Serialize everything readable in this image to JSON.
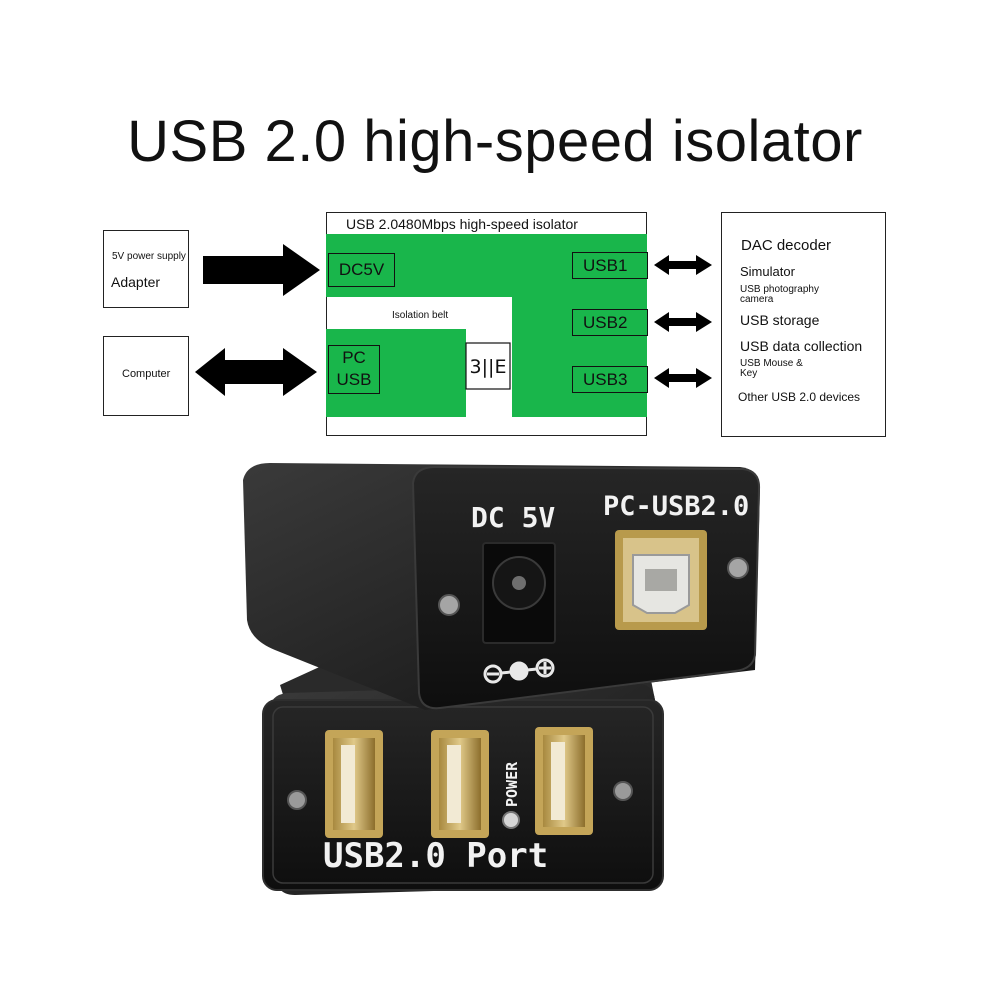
{
  "title": "USB 2.0 high-speed isolator",
  "diagram": {
    "board_title": "USB 2.0480Mbps high-speed isolator",
    "isolation_label": "Isolation belt",
    "power_input": {
      "line1": "5V power supply",
      "line2": "Adapter"
    },
    "computer": "Computer",
    "ports": {
      "dc": "DC5V",
      "pc_line1": "PC",
      "pc_line2": "USB",
      "usb1": "USB1",
      "usb2": "USB2",
      "usb3": "USB3"
    },
    "devices": [
      "DAC decoder",
      "Simulator",
      "USB photography camera",
      "USB storage",
      "USB data collection",
      "USB Mouse & Key",
      "Other USB 2.0 devices"
    ]
  },
  "device_labels": {
    "dc": "DC 5V",
    "pc_usb": "PC-USB2.0",
    "power": "POWER",
    "front": "USB2.0 Port"
  },
  "colors": {
    "board_green": "#19b64b",
    "device_body": "#1c1c1c"
  }
}
